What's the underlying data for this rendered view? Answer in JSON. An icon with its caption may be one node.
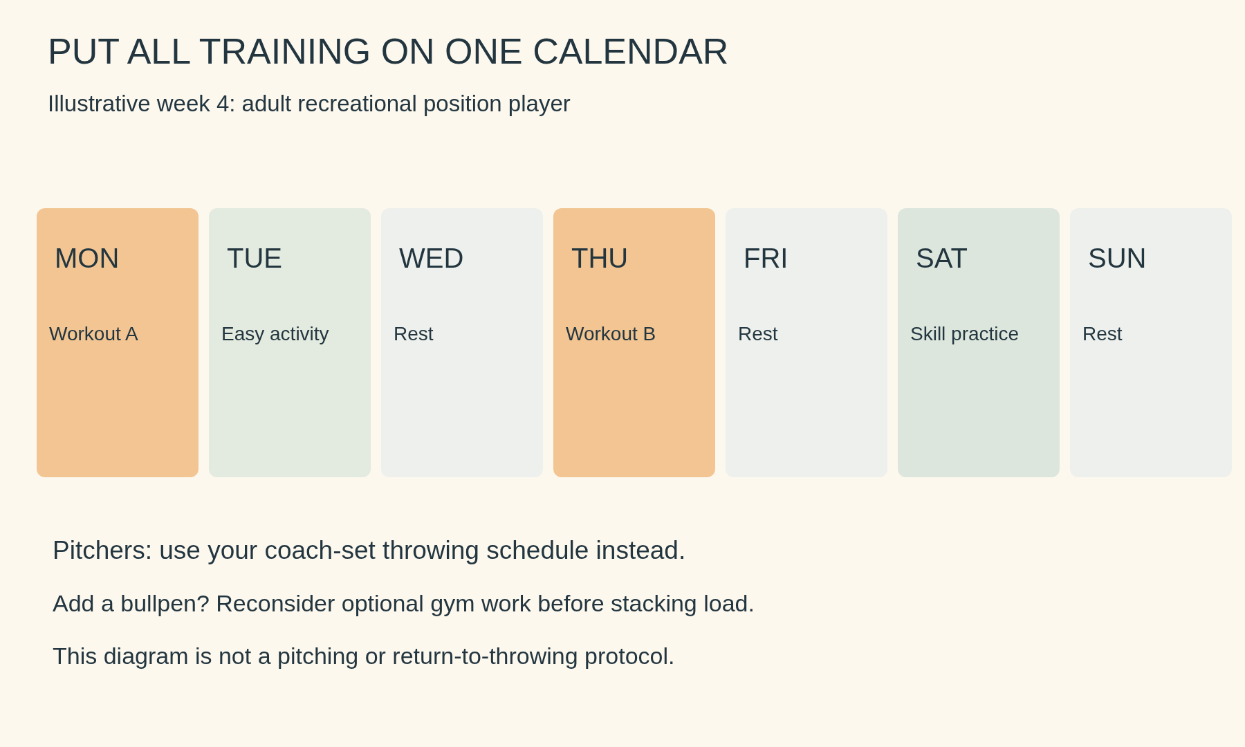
{
  "diagram": {
    "title": "PUT ALL TRAINING ON ONE CALENDAR",
    "nodes": [
      {
        "text": [
          "MON",
          "Workout A"
        ]
      },
      {
        "text": [
          "TUE",
          "Easy activity"
        ]
      },
      {
        "text": [
          "WED",
          "Rest"
        ]
      },
      {
        "text": [
          "THU",
          "Workout B"
        ]
      },
      {
        "text": [
          "FRI",
          "Rest"
        ]
      },
      {
        "text": [
          "SAT",
          "Skill practice"
        ]
      },
      {
        "text": [
          "SUN",
          "Rest"
        ]
      }
    ],
    "labels": [
      "Illustrative week 4: adult recreational position player",
      "Pitchers: use your coach-set throwing schedule instead.",
      "Add a bullpen? Reconsider optional gym work before stacking load.",
      "This diagram is not a pitching or return-to-throwing protocol."
    ]
  }
}
